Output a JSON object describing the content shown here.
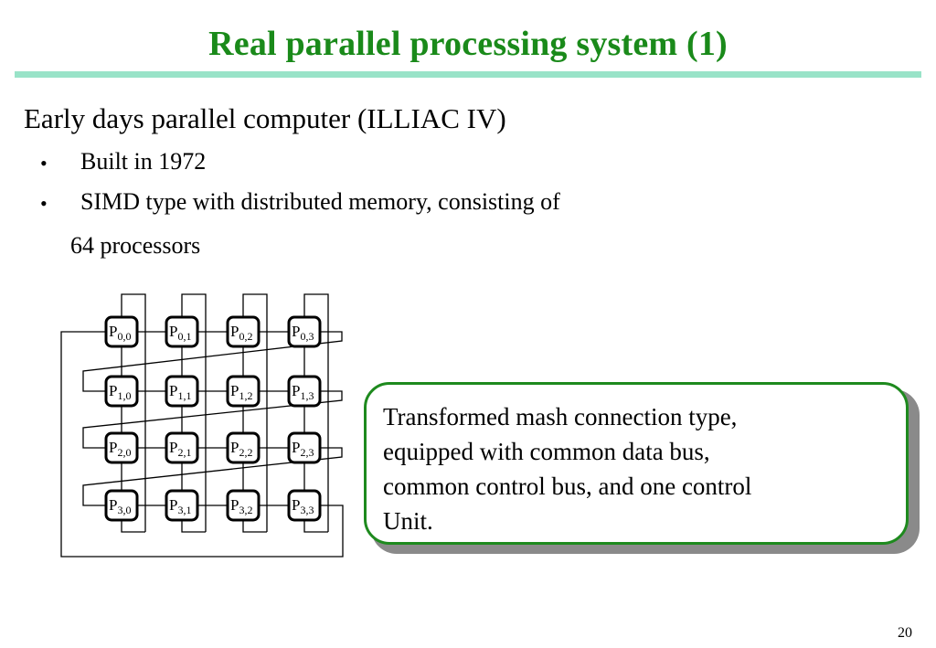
{
  "slide": {
    "title": "Real parallel processing system (1)",
    "heading": "Early days parallel computer (ILLIAC IV)",
    "bullets": [
      "Built in 1972",
      "SIMD type with distributed memory, consisting of"
    ],
    "bullet_continuation": "64 processors",
    "page_number": "20"
  },
  "diagram": {
    "processor_prefix": "P",
    "rows": [
      [
        "0,0",
        "0,1",
        "0,2",
        "0,3"
      ],
      [
        "1,0",
        "1,1",
        "1,2",
        "1,3"
      ],
      [
        "2,0",
        "2,1",
        "2,2",
        "2,3"
      ],
      [
        "3,0",
        "3,1",
        "3,2",
        "3,3"
      ]
    ]
  },
  "callout": {
    "lines": [
      "Transformed mash connection type,",
      "equipped with common data bus,",
      "common control bus, and one control",
      "Unit."
    ]
  },
  "colors": {
    "title": "#1a8a1a",
    "rule": "#99e3c8",
    "callout_border": "#1e8a1e"
  }
}
